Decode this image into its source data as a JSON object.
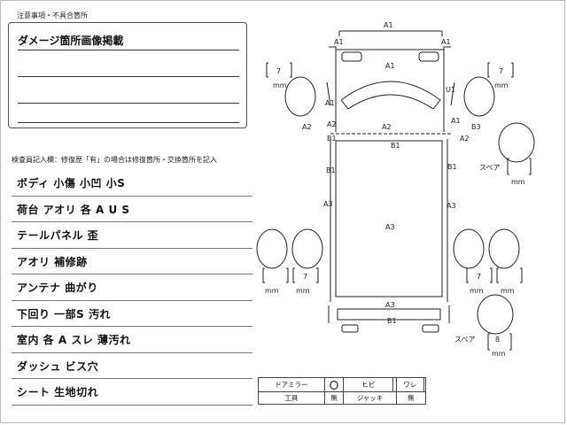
{
  "notice": {
    "label": "注意事項・不具合箇所",
    "title": "ダメージ箇所画像掲載"
  },
  "inspector": {
    "label": "検査員記入欄：修復歴「有」の場合は修復箇所・交換箇所を記入"
  },
  "damage_items": [
    "ボディ 小傷 小凹 小S",
    "荷台 アオリ 各 A U S",
    "テールパネル 歪",
    "アオリ 補修跡",
    "アンテナ 曲がり",
    "下回り 一部S 汚れ",
    "室内 各 A スレ 薄汚れ",
    "ダッシュ ビス穴",
    "シート 生地切れ"
  ],
  "diagram": {
    "codes": {
      "a1": "A1",
      "a2": "A2",
      "a3": "A3",
      "b1": "B1",
      "b3": "B3",
      "u1": "U1"
    },
    "unit": "mm",
    "tire_depth": "7",
    "spare_label": "スペア",
    "spare_depth": "8"
  },
  "equipment": {
    "mirror_label": "ドアミラー",
    "mirror_value": "〇",
    "crack_label": "ヒビ",
    "crack_value": "",
    "split_label": "ワレ",
    "split_value": "",
    "tool_label": "工具",
    "tool_value": "無",
    "jack_label": "ジャッキ",
    "jack_value": "無"
  }
}
